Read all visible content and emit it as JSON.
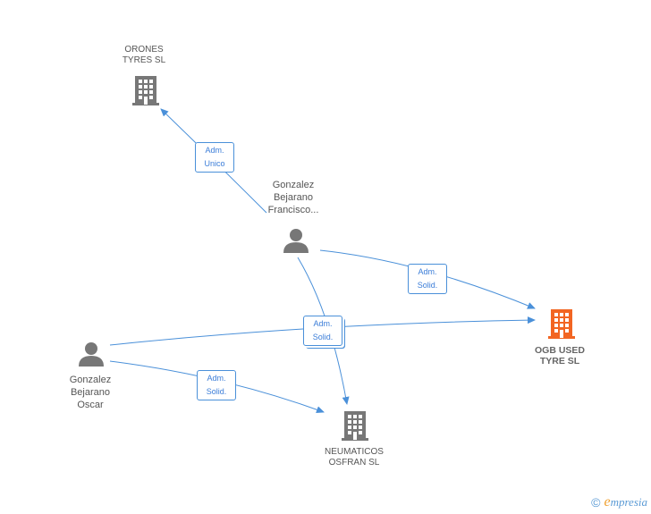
{
  "colors": {
    "edge": "#4a90d9",
    "building": "#777777",
    "focus_building": "#f26522",
    "person": "#777777"
  },
  "nodes": {
    "orones": {
      "label": "ORONES\nTYRES SL",
      "icon": "building-icon"
    },
    "francisco": {
      "label": "Gonzalez\nBejarano\nFrancisco...",
      "icon": "person-icon"
    },
    "ogb": {
      "label": "OGB USED\nTYRE SL",
      "icon": "building-icon"
    },
    "oscar": {
      "label": "Gonzalez\nBejarano\nOscar",
      "icon": "person-icon"
    },
    "neumaticos": {
      "label": "NEUMATICOS\nOSFRAN SL",
      "icon": "building-icon"
    }
  },
  "edges": {
    "unico": {
      "line1": "Adm.",
      "line2": "Unico"
    },
    "solid_francisco_ogb": {
      "line1": "Adm.",
      "line2": "Solid."
    },
    "solid_center": {
      "line1": "Adm.",
      "line2": "Solid."
    },
    "solid_oscar_neumaticos": {
      "line1": "Adm.",
      "line2": "Solid."
    }
  },
  "footer": {
    "copyright": "©",
    "brand_e": "e",
    "brand_rest": "mpresia"
  }
}
